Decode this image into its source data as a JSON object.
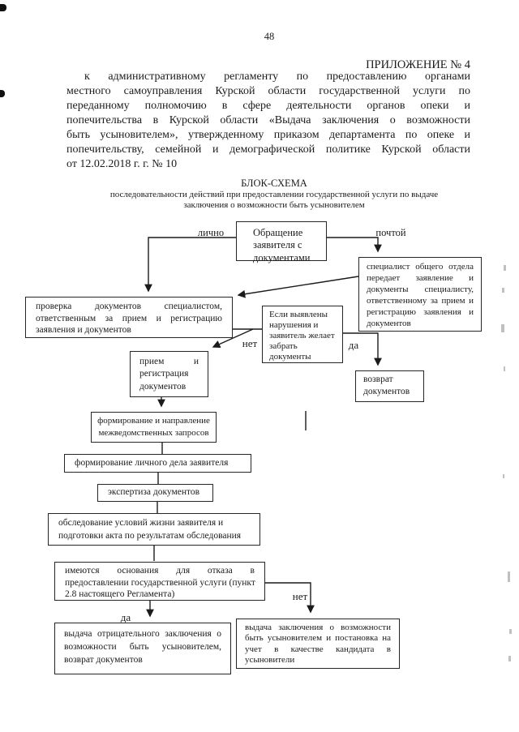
{
  "page": {
    "number": "48"
  },
  "header": {
    "annex": "ПРИЛОЖЕНИЕ № 4",
    "paragraph_lines": [
      "к административному регламенту по предоставлению органами",
      "местного самоуправления Курской области государственной услуги по",
      "переданному полномочию в сфере деятельности органов опеки и",
      "попечительства в Курской области «Выдача заключения о возможности",
      "быть усыновителем», утвержденному приказом департамента по опеке и",
      "попечительству, семейной и демографической политике Курской области",
      "от 12.02.2018 г. г. № 10"
    ]
  },
  "schema": {
    "title": "БЛОК-СХЕМА",
    "subtitle_lines": [
      "последовательности действий при предоставлении государственной услуги по выдаче",
      "заключения о возможности быть усыновителем"
    ]
  },
  "flowchart": {
    "labels": {
      "lichno": "лично",
      "pochtoj": "почтой",
      "net_top": "нет",
      "da_top": "да",
      "net_bottom": "нет",
      "da_bottom": "да"
    },
    "boxes": {
      "obrashchenie": {
        "lines": [
          "Обращение",
          "заявителя с",
          "документами"
        ]
      },
      "specialist": {
        "lines": [
          "специалист общего отдела",
          "передает заявление и",
          "документы специалисту,",
          "ответственному за прием и",
          "регистрацию заявления и",
          "документов"
        ]
      },
      "proverka": {
        "lines": [
          "проверка документов специалистом,",
          "ответственным за прием и регистрацию",
          "заявления и документов"
        ]
      },
      "esli": {
        "lines": [
          "Если выявлены",
          "нарушения и",
          "заявитель желает",
          "забрать",
          "документы"
        ]
      },
      "priem": {
        "lines": [
          "прием и",
          "регистрация",
          "документов"
        ]
      },
      "vozvrat": {
        "lines": [
          "возврат",
          "документов"
        ]
      },
      "mezhved": {
        "lines": [
          "формирование и направление",
          "межведомственных запросов"
        ]
      },
      "lichnoe_delo": {
        "lines": [
          "формирование личного дела заявителя"
        ]
      },
      "ekspertiza": {
        "lines": [
          "экспертиза документов"
        ]
      },
      "obsledovanie": {
        "lines": [
          "обследование условий жизни заявителя и",
          "подготовки акта по результатам обследования"
        ]
      },
      "imeyutsya": {
        "lines": [
          "имеются основания для отказа в",
          "предоставлении государственной услуги (пункт",
          "2.8 настоящего Регламента)"
        ]
      },
      "vydacha_neg": {
        "lines": [
          "выдача отрицательного заключения о",
          "возможности быть усыновителем,",
          "возврат документов"
        ]
      },
      "vydacha_pos": {
        "lines": [
          "выдача заключения о возможности",
          "быть усыновителем и постановка на",
          "учет в качестве кандидата в",
          "усыновители"
        ]
      }
    }
  },
  "colors": {
    "ink": "#1b1b1b",
    "paper": "#ffffff",
    "artifact": "#a9aba9"
  }
}
